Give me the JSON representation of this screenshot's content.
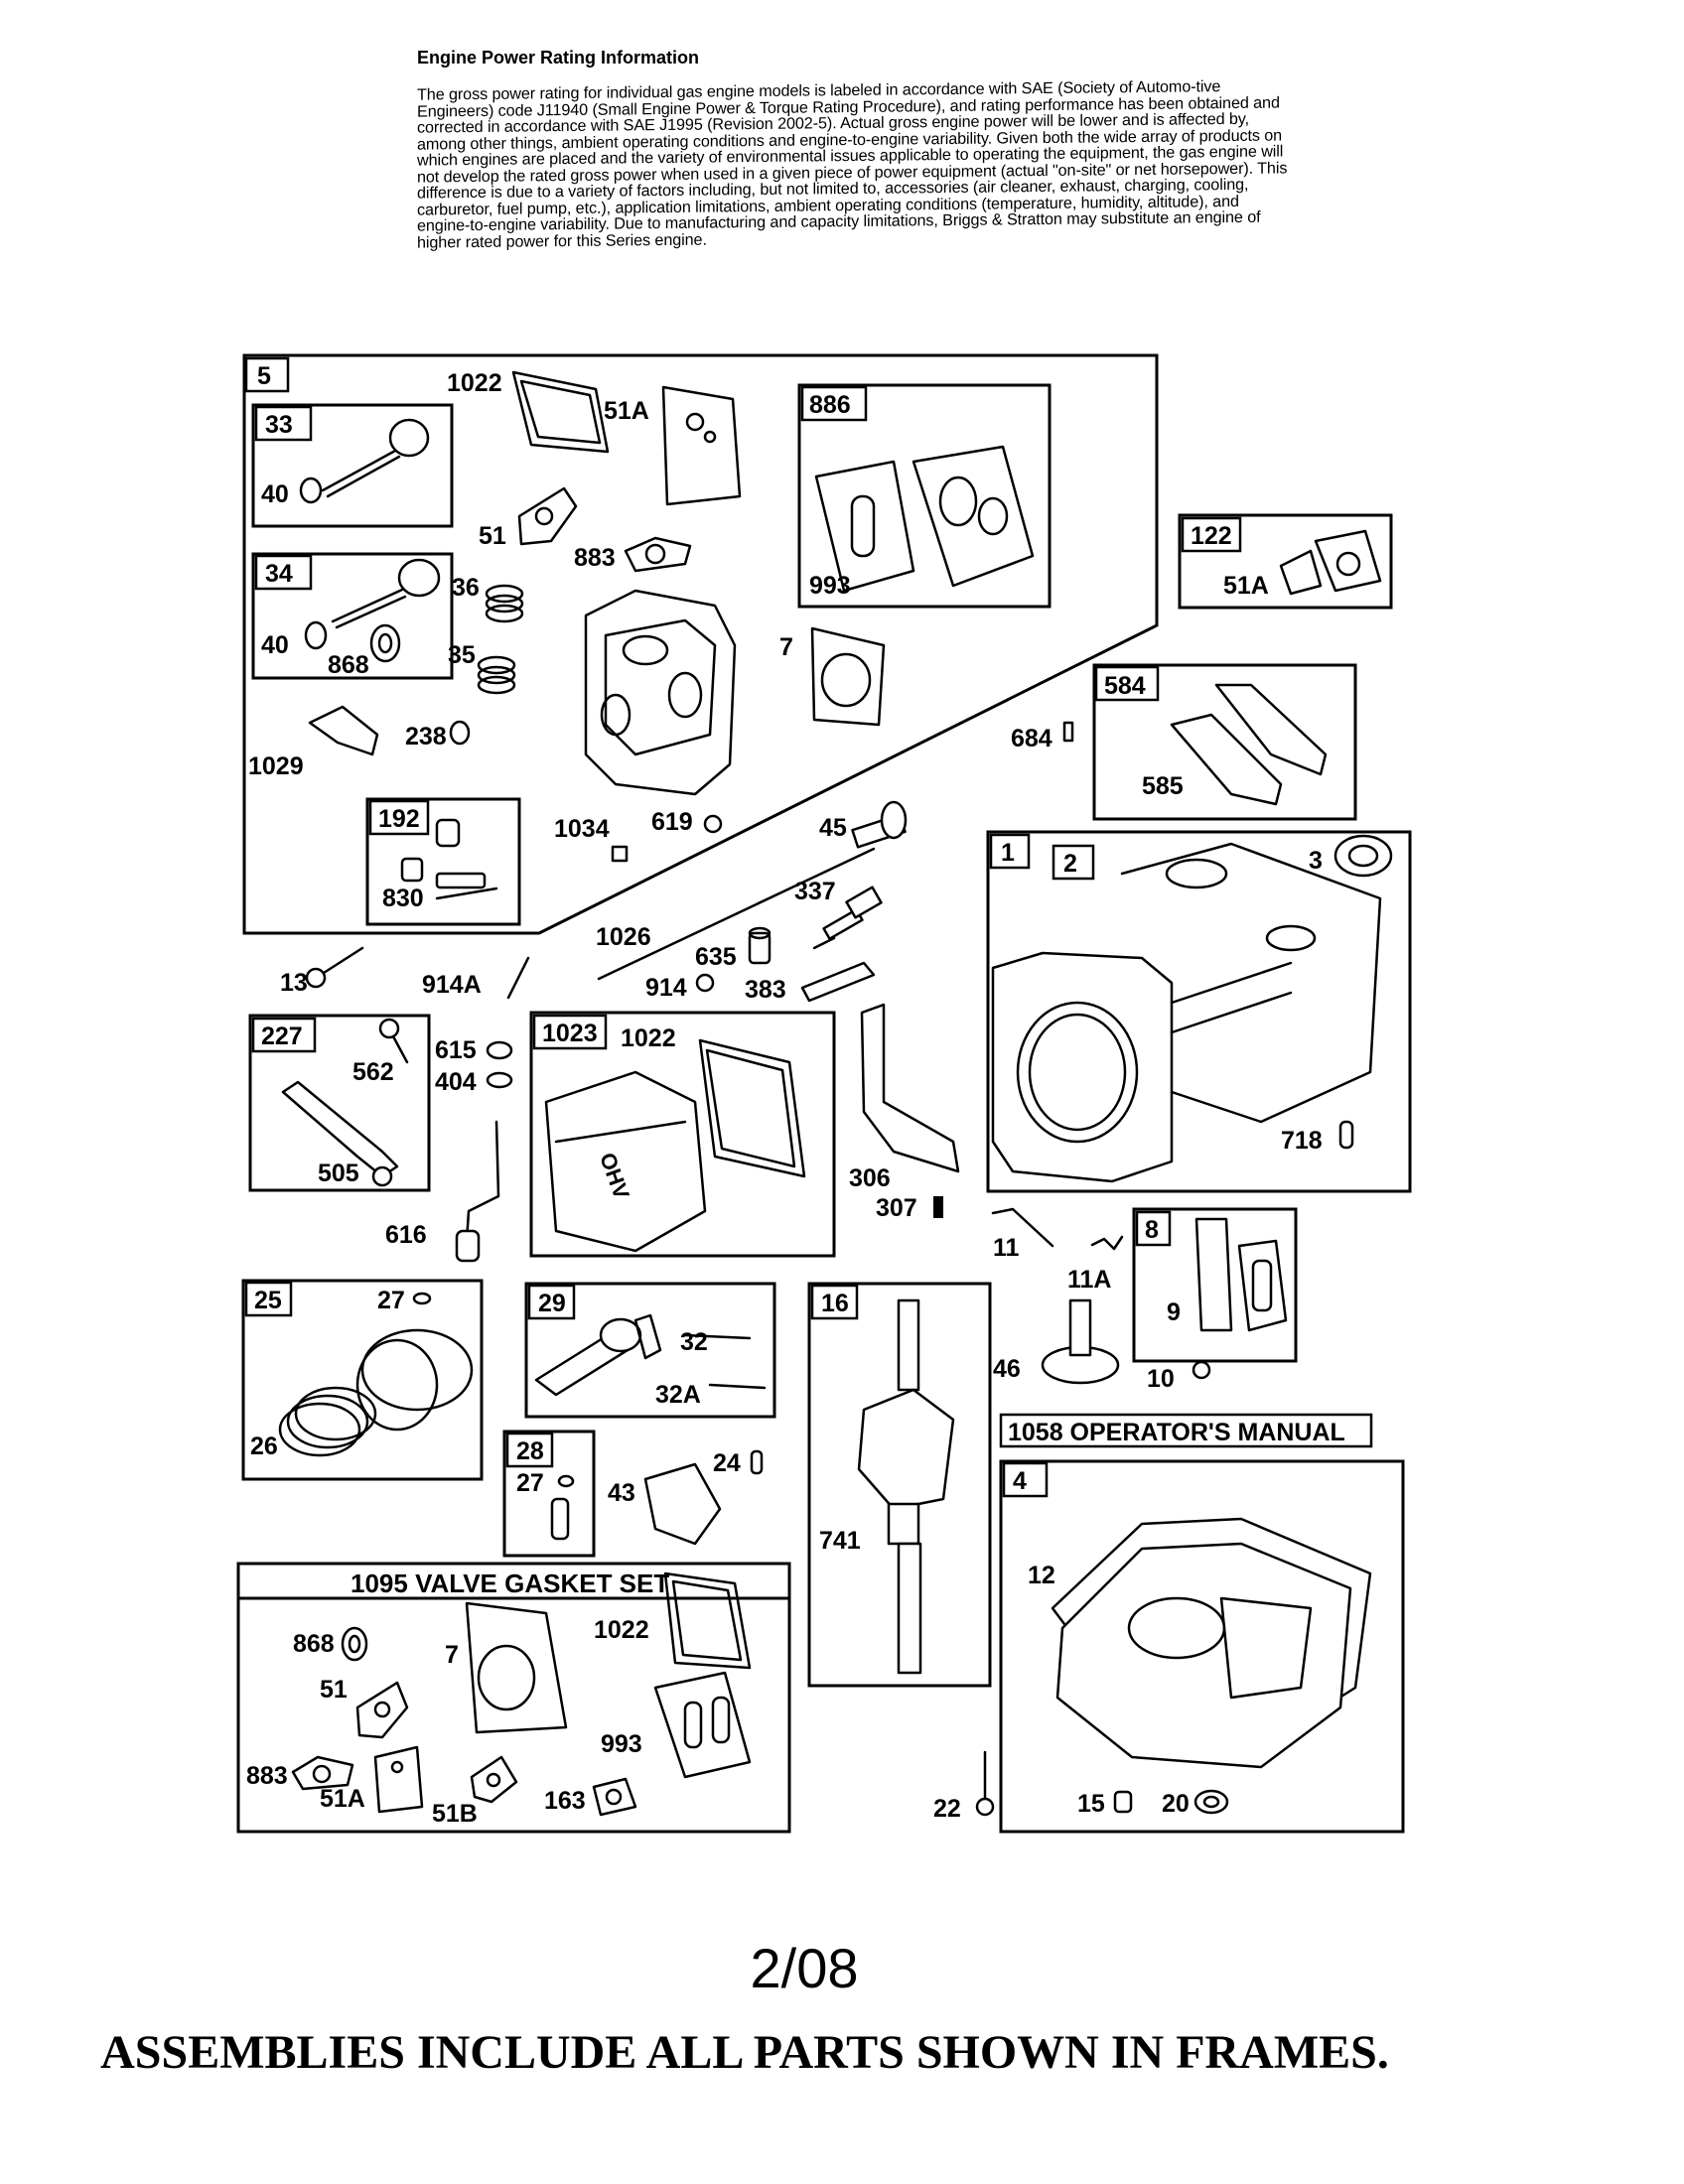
{
  "header": {
    "title": "Engine Power Rating Information",
    "body": "The gross power rating for individual gas engine models is labeled in accordance with SAE (Society of Automo-tive Engineers) code J11940 (Small Engine Power & Torque Rating Procedure), and rating performance has been obtained and corrected in accordance with SAE J1995 (Revision 2002-5). Actual gross engine power will be lower and is affected by, among other things, ambient operating conditions and engine-to-engine variability. Given both the wide array of products on which engines are placed and the variety of environmental issues applicable to operating the equipment, the gas engine will not develop the rated gross power when used in a given piece of power equipment (actual \"on-site\" or net horsepower). This difference is due to a variety of factors including, but not limited to, accessories (air cleaner, exhaust, charging, cooling, carburetor, fuel pump, etc.), application limitations, ambient operating conditions (temperature, humidity, altitude), and engine-to-engine variability. Due to manufacturing and capacity limitations, Briggs & Stratton may substitute an engine of higher rated power for this Series engine."
  },
  "assemblies": {
    "a5": "5",
    "a33": "33",
    "a34": "34",
    "a886": "886",
    "a122": "122",
    "a584": "584",
    "a192": "192",
    "a1": "1",
    "a2": "2",
    "a227": "227",
    "a1023": "1023",
    "a8": "8",
    "a25": "25",
    "a29": "29",
    "a16": "16",
    "a28": "28",
    "a4": "4",
    "operators_manual": "1058 OPERATOR'S MANUAL",
    "valve_gasket_set": "1095 VALVE GASKET SET"
  },
  "parts": {
    "p1022a": "1022",
    "p51Aa": "51A",
    "p40a": "40",
    "p51a": "51",
    "p883a": "883",
    "p993a": "993",
    "p40b": "40",
    "p868a": "868",
    "p36": "36",
    "p35": "35",
    "p7a": "7",
    "p51Ab": "51A",
    "p684": "684",
    "p585": "585",
    "p238": "238",
    "p1029": "1029",
    "p1034": "1034",
    "p619": "619",
    "p45": "45",
    "p830": "830",
    "p337": "337",
    "p3": "3",
    "p1026": "1026",
    "p635": "635",
    "p13": "13",
    "p914A": "914A",
    "p914": "914",
    "p383": "383",
    "p562": "562",
    "p615": "615",
    "p404": "404",
    "p1022b": "1022",
    "p505": "505",
    "p306": "306",
    "p307": "307",
    "p718": "718",
    "p616": "616",
    "p11": "11",
    "p11A": "11A",
    "p27a": "27",
    "p32": "32",
    "p32A": "32A",
    "p9": "9",
    "p46": "46",
    "p10": "10",
    "p26": "26",
    "p24": "24",
    "p27b": "27",
    "p43": "43",
    "p741": "741",
    "p12": "12",
    "p868b": "868",
    "p7b": "7",
    "p1022c": "1022",
    "p51b": "51",
    "p993b": "993",
    "p883b": "883",
    "p51Ac": "51A",
    "p51B": "51B",
    "p163": "163",
    "p22": "22",
    "p15": "15",
    "p20": "20"
  },
  "page_number": "2/08",
  "footer": "ASSEMBLIES INCLUDE ALL PARTS SHOWN IN FRAMES."
}
